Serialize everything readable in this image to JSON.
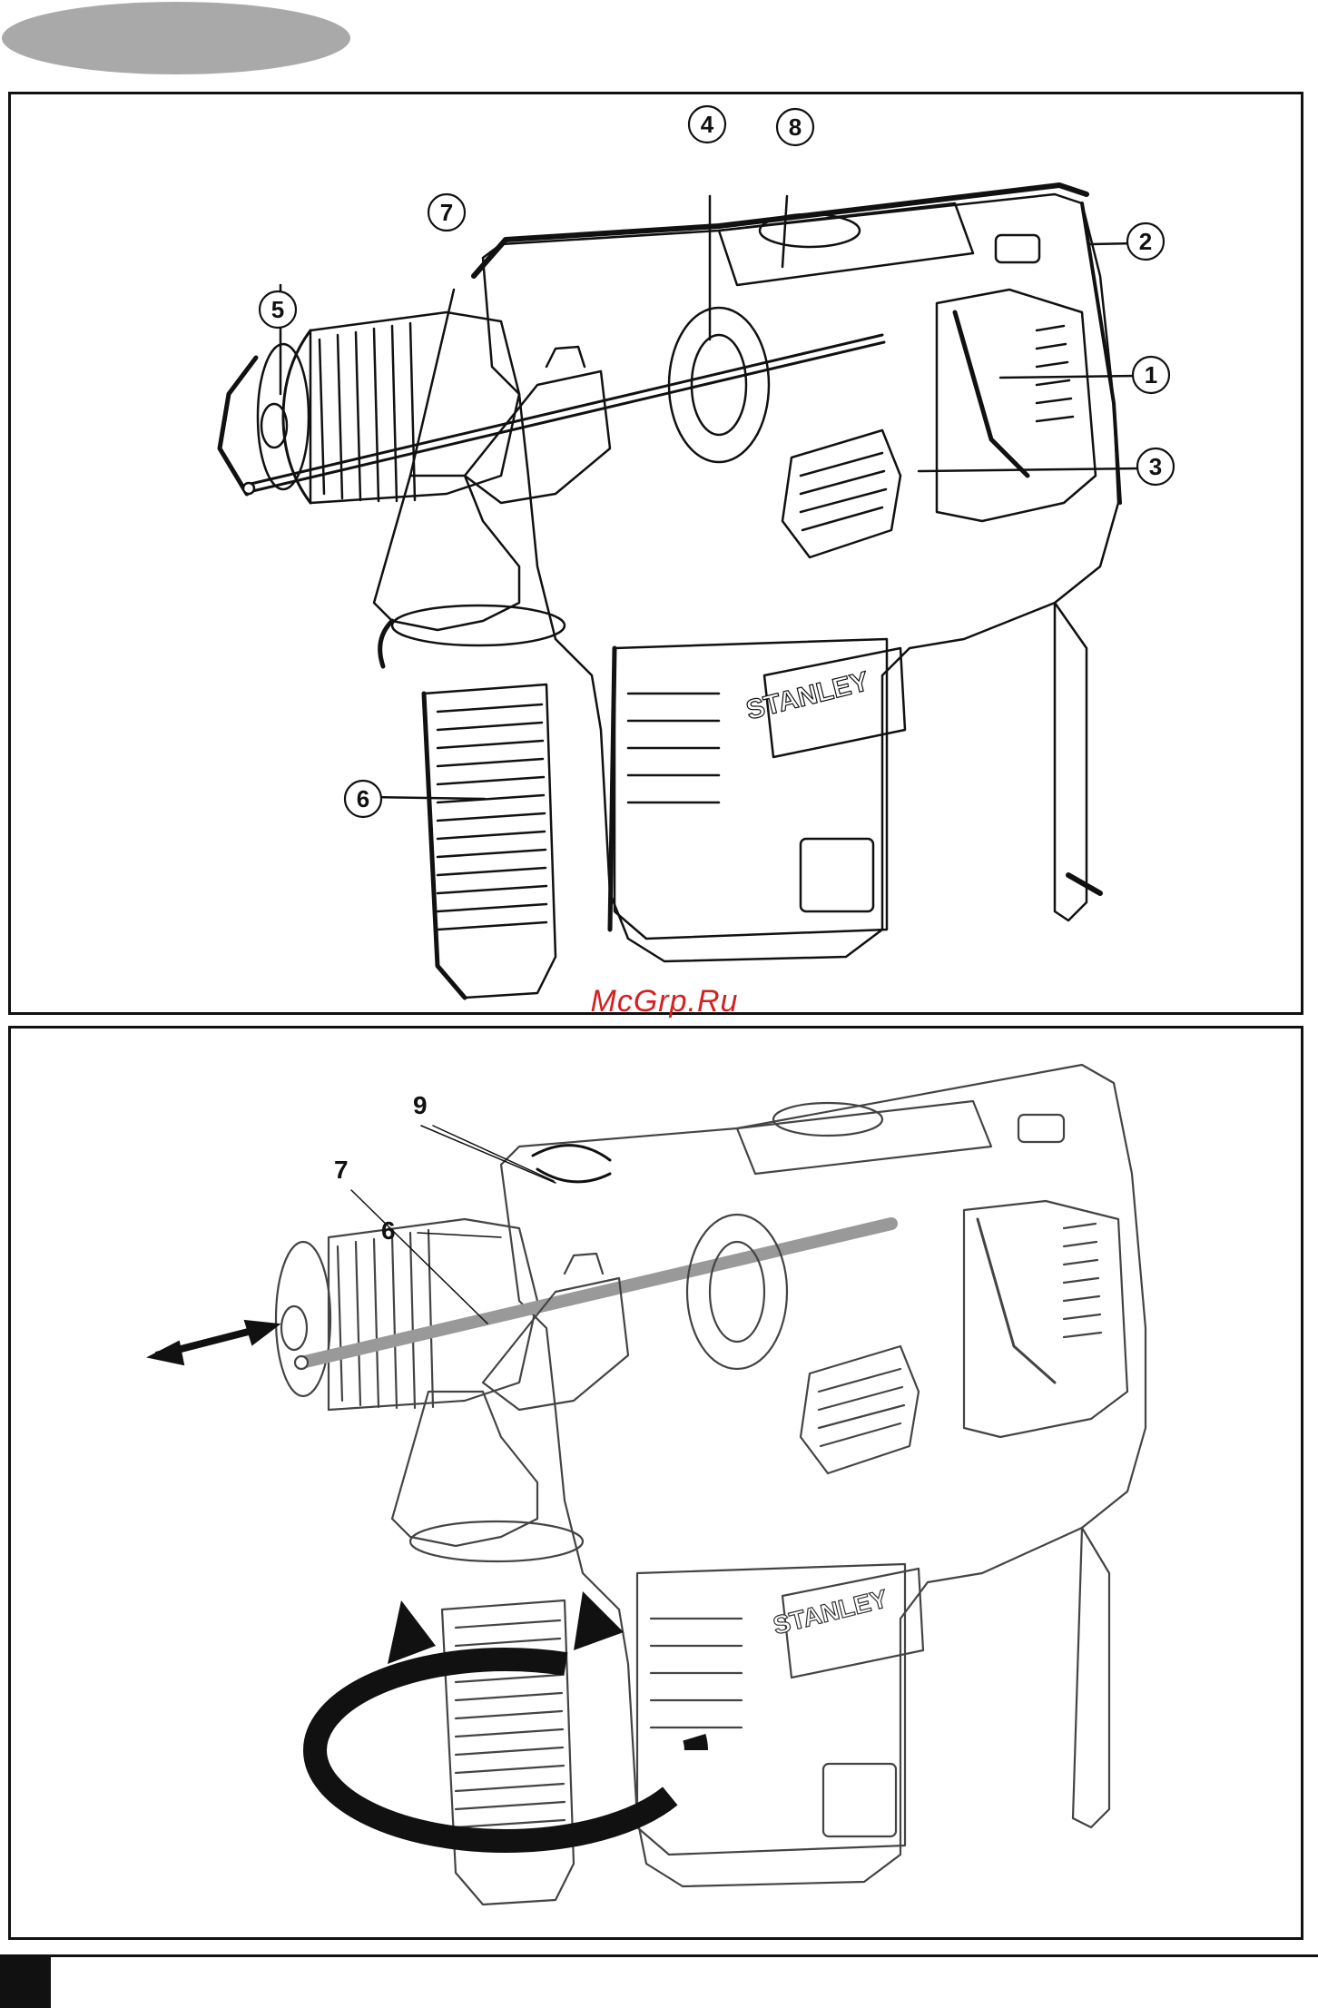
{
  "header": {
    "tab_color": "#a9a9a9"
  },
  "watermark": {
    "text": "McGrp.Ru",
    "color": "#d42020"
  },
  "brand": {
    "text": "STANLEY"
  },
  "figure_top": {
    "callouts": [
      {
        "num": "1"
      },
      {
        "num": "2"
      },
      {
        "num": "3"
      },
      {
        "num": "4"
      },
      {
        "num": "5"
      },
      {
        "num": "6"
      },
      {
        "num": "7"
      },
      {
        "num": "8"
      }
    ]
  },
  "figure_bottom": {
    "labels": [
      {
        "num": "9"
      },
      {
        "num": "7"
      },
      {
        "num": "6"
      }
    ]
  }
}
